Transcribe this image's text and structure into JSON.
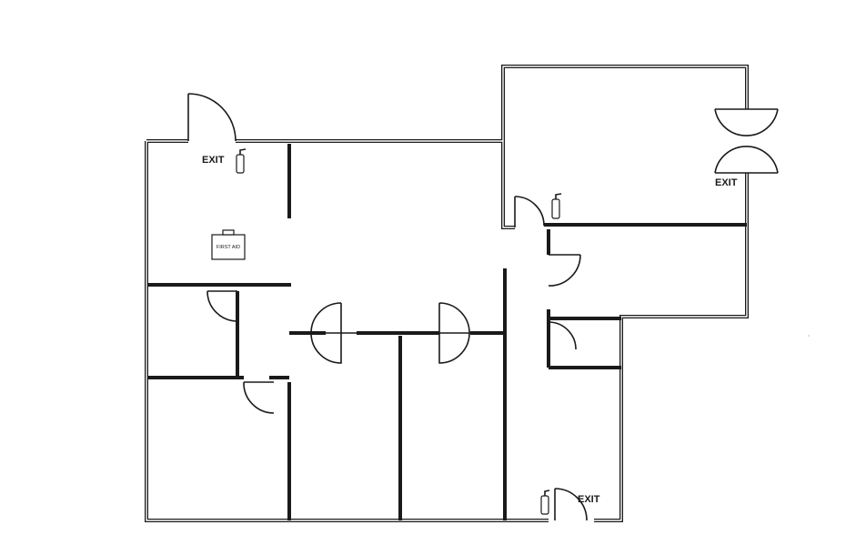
{
  "labels": {
    "exit_1": "EXIT",
    "exit_2": "EXIT",
    "exit_3": "EXIT",
    "first_aid": "FIRST AID"
  },
  "icons": {
    "exit_door": "single-swing-door-icon",
    "double_door": "double-swing-door-icon",
    "extinguisher": "fire-extinguisher-icon",
    "first_aid_kit": "first-aid-kit-icon"
  },
  "colors": {
    "line": "#1a1a1a",
    "background": "#ffffff"
  }
}
